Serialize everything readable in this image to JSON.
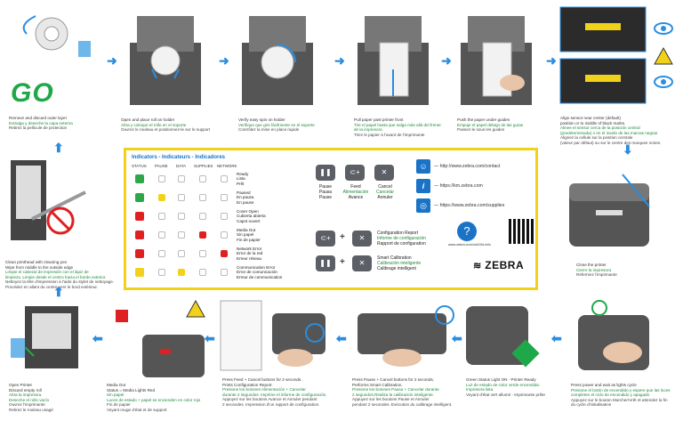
{
  "go_label": "GO",
  "steps": {
    "s1": {
      "en": "Remove and discard outer layer",
      "es": "Extraiga y deseche la capa externa",
      "fr": "Retirez la pellicule de protection"
    },
    "s2": {
      "en": "Open and place roll on holder",
      "es": "Abra y coloque el rollo en el soporte",
      "fr": "Ouvrez le rouleau et positionnez-le sur le support"
    },
    "s3": {
      "en": "Verify easy spin on holder",
      "es": "Verifique que gire fácilmente en el soporte",
      "fr": "Contrôlez la mise en place rapide"
    },
    "s4": {
      "en": "Pull paper past printer front",
      "es": "Tire el papel hasta que salga más allá del frente",
      "es2": "de la impresora",
      "fr": "Tirez le papier à l'avant de l'imprimante"
    },
    "s5": {
      "en": "Push the paper under guides",
      "es": "Empuje el papel debajo de las guías",
      "fr": "Passez-le sous les guides"
    },
    "s6": {
      "en": "Align sensor near center (default)",
      "en2": "position or to middle of black marks.",
      "es": "Alinee el sensor cerca de la posición central",
      "es2": "(predeterminada) o en el medio de las marcas negras",
      "fr": "Alignez la cellule sur la position centrale",
      "fr2": "(valeur par défaut) ou sur le centre des marques noires."
    },
    "s7": {
      "en": "Close the printer",
      "es": "Cierre la impresora",
      "fr": "Refermez l'imprimante"
    },
    "s8": {
      "en": "Press power and wait as lights cycle",
      "es": "Presione el botón de encendido y espere que las luces",
      "es2": "completen el ciclo de encendido y apagado",
      "fr": "Appuyez sur le bouton Marche/Arrêt et attendez la fin",
      "fr2": "du cycle d'initialisation"
    },
    "s9": {
      "en": "Green Status Light ON - Printer Ready",
      "es": "Luz de estado de color verde encendida:",
      "es2": "Impresora lista",
      "fr": "Voyant d'état vert allumé - Imprimante prête"
    },
    "s10": {
      "en": "Press Pause + Cancel buttons for 2 seconds.",
      "en2": "Performs Smart Calibration.",
      "es": "Presione los botones Pausa + Cancelar durante",
      "es2": "2 segundos.Realiza la calibración inteligente.",
      "fr": "Appuyez sur les boutons Pause et Annuler",
      "fr2": "pendant 2 secondes. Exécution du calibrage intelligent."
    },
    "s11": {
      "en": "Press Feed + Cancel buttons for 2 seconds.",
      "en2": "Prints Configuration Report.",
      "es": "Presione los botones Alimentación + Cancelar",
      "es2": "durante 2 segundos. Imprime el informe de configuración.",
      "fr": "Appuyez sur les boutons Avance et Annuler pendant",
      "fr2": "2 secondes. Impression d'un rapport de configuration."
    },
    "s12": {
      "en": "Media Out",
      "en2": "Status = Media Lights Red",
      "es": "Sin papel",
      "es2": "Luces de estado + papel se encienden en color rojo",
      "fr": "Fin de papier",
      "fr2": "Voyant rouge d'état et de support"
    },
    "s13": {
      "en": "Open Printer",
      "en2": "Discard empty roll",
      "es": "Abra la impresora",
      "es2": "Deseche el rollo vacío",
      "fr": "Ouvrez l'imprimante",
      "fr2": "Retirez le rouleau usagé"
    },
    "s14": {
      "en": "Clean printhead with cleaning pen",
      "en2": "Wipe from middle to the outside edge",
      "es": "Limpie el cabezal de impresión con el lápiz de",
      "es2": "limpieza. Limpie desde el centro hacia el borde exterior.",
      "fr": "Nettoyez la tête d'impression à l'aide du stylet de nettoyage.",
      "fr2": "Procédez en allant du centre vers le bord extérieur."
    }
  },
  "indicators": {
    "title": "Indicators - Indicateurs - Indicadores",
    "headers": [
      "STATUS",
      "PAUSE",
      "DATA",
      "SUPPLIES",
      "NETWORK"
    ],
    "rows": [
      {
        "color": "#2ca84a",
        "lines": [
          "Ready",
          "Lista",
          "Prêt"
        ]
      },
      {
        "color": "#2ca84a",
        "lines": [
          "Paused",
          "En pausa",
          "En pause"
        ]
      },
      {
        "color": "#e02020",
        "lines": [
          "Cover Open",
          "Cubierta abierta",
          "Capot ouvert"
        ]
      },
      {
        "color": "#e02020",
        "lines": [
          "Media Out",
          "Sin papel",
          "Fin de papier"
        ]
      },
      {
        "color": "#e02020",
        "lines": [
          "Network Error",
          "Error de la red",
          "Erreur réseau"
        ]
      },
      {
        "color": "#f2d11a",
        "lines": [
          "Communication Error",
          "Error de comunicación",
          "Erreur de communication"
        ]
      }
    ]
  },
  "buttons": {
    "pause": {
      "icon": "❚❚",
      "l1": "Pause",
      "l2": "Pausa",
      "l3": "Pause"
    },
    "feed": {
      "icon": "⊂+",
      "l1": "Feed",
      "l2": "Alimentación",
      "l3": "Avance"
    },
    "cancel": {
      "icon": "✕",
      "l1": "Cancel",
      "l2": "Cancelar",
      "l3": "Annuler"
    },
    "plus": "+",
    "config": {
      "l1": "Configuration Report",
      "l2": "Informe de configuración",
      "l3": "Rapport de configuration"
    },
    "smart": {
      "l1": "Smart Calibration",
      "l2": "Calibración inteligente",
      "l3": "Calibrage intelligent"
    }
  },
  "links": {
    "contact": "— http://www.zebra.com/contact",
    "kb": "— https://km.zebra.com",
    "supplies": "— https://www.zebra.com/supplies",
    "info_url": "www.zebra.com/zd410d-info",
    "question_mark": "?",
    "info_icon": "i"
  },
  "brand": "ZEBRA",
  "colors": {
    "accent_yellow": "#f2d11a",
    "green": "#1fa84a",
    "blue": "#2a8de0",
    "red": "#e02020"
  }
}
